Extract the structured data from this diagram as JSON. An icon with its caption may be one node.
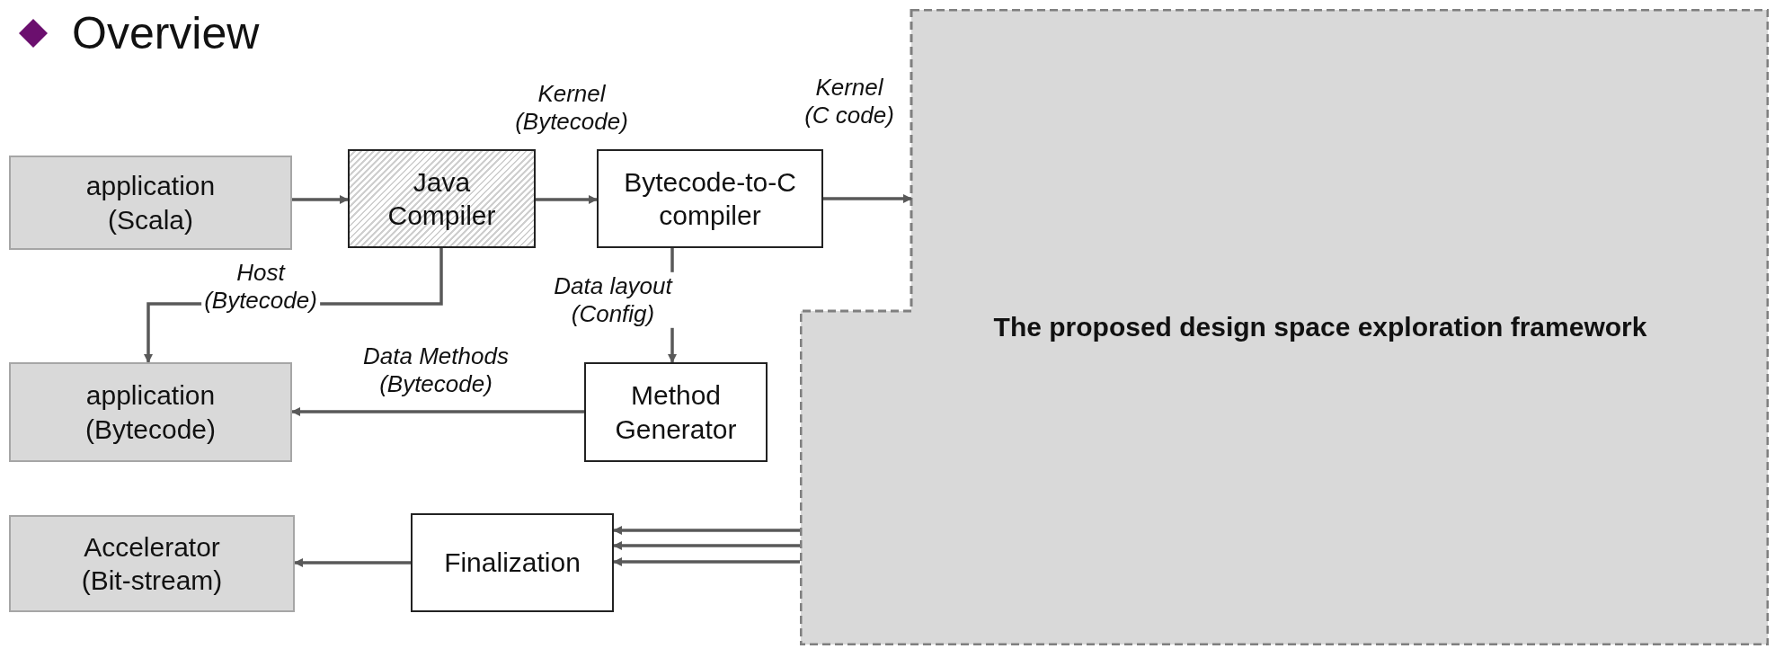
{
  "diagram": {
    "title": "Overview",
    "nodes": [
      {
        "text": [
          "application (Scala)"
        ]
      },
      {
        "text": [
          "Java Compiler"
        ]
      },
      {
        "text": [
          "Bytecode-to-C compiler"
        ]
      },
      {
        "text": [
          "application (Bytecode)"
        ]
      },
      {
        "text": [
          "Method Generator"
        ]
      },
      {
        "text": [
          "Accelerator (Bit-stream)"
        ]
      },
      {
        "text": [
          "Finalization"
        ]
      },
      {
        "text": [
          "The proposed design space exploration framework"
        ]
      }
    ],
    "edges": [
      {
        "from": 0,
        "to": 1,
        "arrow": "to"
      },
      {
        "from": 1,
        "to": 2,
        "arrow": "to",
        "label": "Kernel (Bytecode)"
      },
      {
        "from": 2,
        "to": 7,
        "arrow": "to",
        "label": "Kernel (C code)"
      },
      {
        "from": 1,
        "to": 3,
        "arrow": "to",
        "label": "Host (Bytecode)"
      },
      {
        "from": 2,
        "to": 4,
        "arrow": "to",
        "label": "Data layout (Config)"
      },
      {
        "from": 4,
        "to": 3,
        "arrow": "to",
        "label": "Data Methods (Bytecode)"
      },
      {
        "from": 7,
        "to": 6,
        "arrow": "to"
      },
      {
        "from": 7,
        "to": 6,
        "arrow": "to"
      },
      {
        "from": 7,
        "to": 6,
        "arrow": "to"
      },
      {
        "from": 6,
        "to": 5,
        "arrow": "to"
      }
    ]
  }
}
